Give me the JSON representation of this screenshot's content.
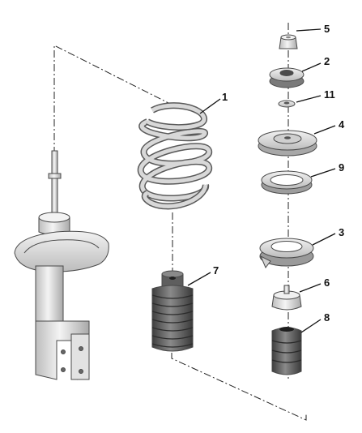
{
  "diagram": {
    "callouts": [
      {
        "id": "1",
        "label": "1"
      },
      {
        "id": "2",
        "label": "2"
      },
      {
        "id": "3",
        "label": "3"
      },
      {
        "id": "4",
        "label": "4"
      },
      {
        "id": "5",
        "label": "5"
      },
      {
        "id": "6",
        "label": "6"
      },
      {
        "id": "7",
        "label": "7"
      },
      {
        "id": "8",
        "label": "8"
      },
      {
        "id": "9",
        "label": "9"
      },
      {
        "id": "11",
        "label": "11"
      }
    ]
  },
  "colors": {
    "metal_light": "#ececec",
    "metal_mid": "#c9c9c9",
    "metal_dark": "#8e8e8e",
    "rubber": "#555555",
    "outline": "#4a4a4a",
    "leader": "#111111"
  }
}
